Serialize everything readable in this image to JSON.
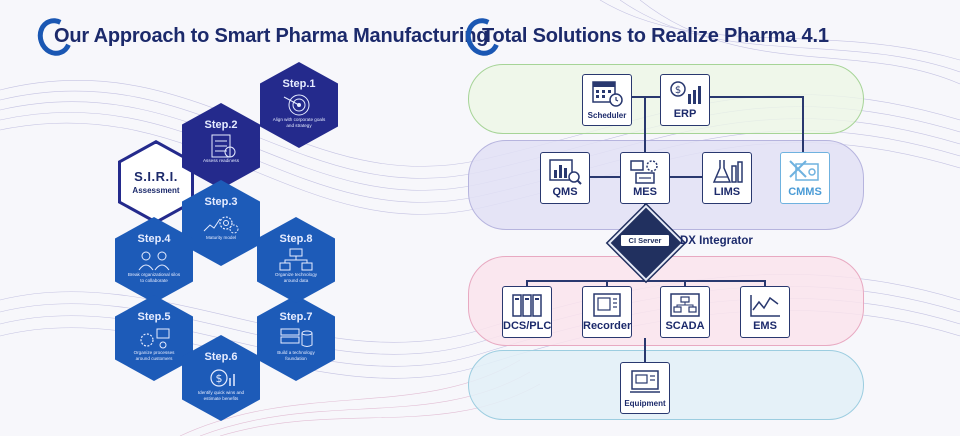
{
  "left_section": {
    "title": "Our Approach to Smart Pharma Manufacturing",
    "siri": {
      "name": "S.I.R.I.",
      "subtitle": "Assessment"
    },
    "steps": [
      {
        "label": "Step.1",
        "desc": "Align with corporate goals and strategy",
        "icon": "target-icon"
      },
      {
        "label": "Step.2",
        "desc": "Assess readiness",
        "icon": "checklist-icon"
      },
      {
        "label": "Step.3",
        "desc": "Maturity model",
        "icon": "gears-icon"
      },
      {
        "label": "Step.4",
        "desc": "Break organizational silos to collaborate",
        "icon": "people-icon"
      },
      {
        "label": "Step.5",
        "desc": "Organize processes around customers",
        "icon": "process-icon"
      },
      {
        "label": "Step.6",
        "desc": "Identify quick wins and estimate benefits",
        "icon": "money-icon"
      },
      {
        "label": "Step.7",
        "desc": "Build a technology foundation",
        "icon": "database-icon"
      },
      {
        "label": "Step.8",
        "desc": "Organize technology around data",
        "icon": "network-icon"
      }
    ]
  },
  "right_section": {
    "title": "Total Solutions to Realize Pharma 4.1",
    "nodes": {
      "scheduler": "Scheduler",
      "erp": "ERP",
      "qms": "QMS",
      "mes": "MES",
      "lims": "LIMS",
      "cmms": "CMMS",
      "dcs_plc": "DCS/PLC",
      "recorder": "Recorder",
      "scada": "SCADA",
      "ems": "EMS",
      "equipment": "Equipment"
    },
    "ci_server": "CI Server",
    "dx_integrator": "DX Integrator"
  },
  "colors": {
    "navy": "#242a8c",
    "blue": "#1d5bb8",
    "title": "#1c2a6b",
    "band_green": "#a6d497",
    "band_purple": "#b6b4de",
    "band_pink": "#e8a9c1",
    "band_blue": "#9ccde0",
    "cmms_accent": "#4a9bd6"
  }
}
